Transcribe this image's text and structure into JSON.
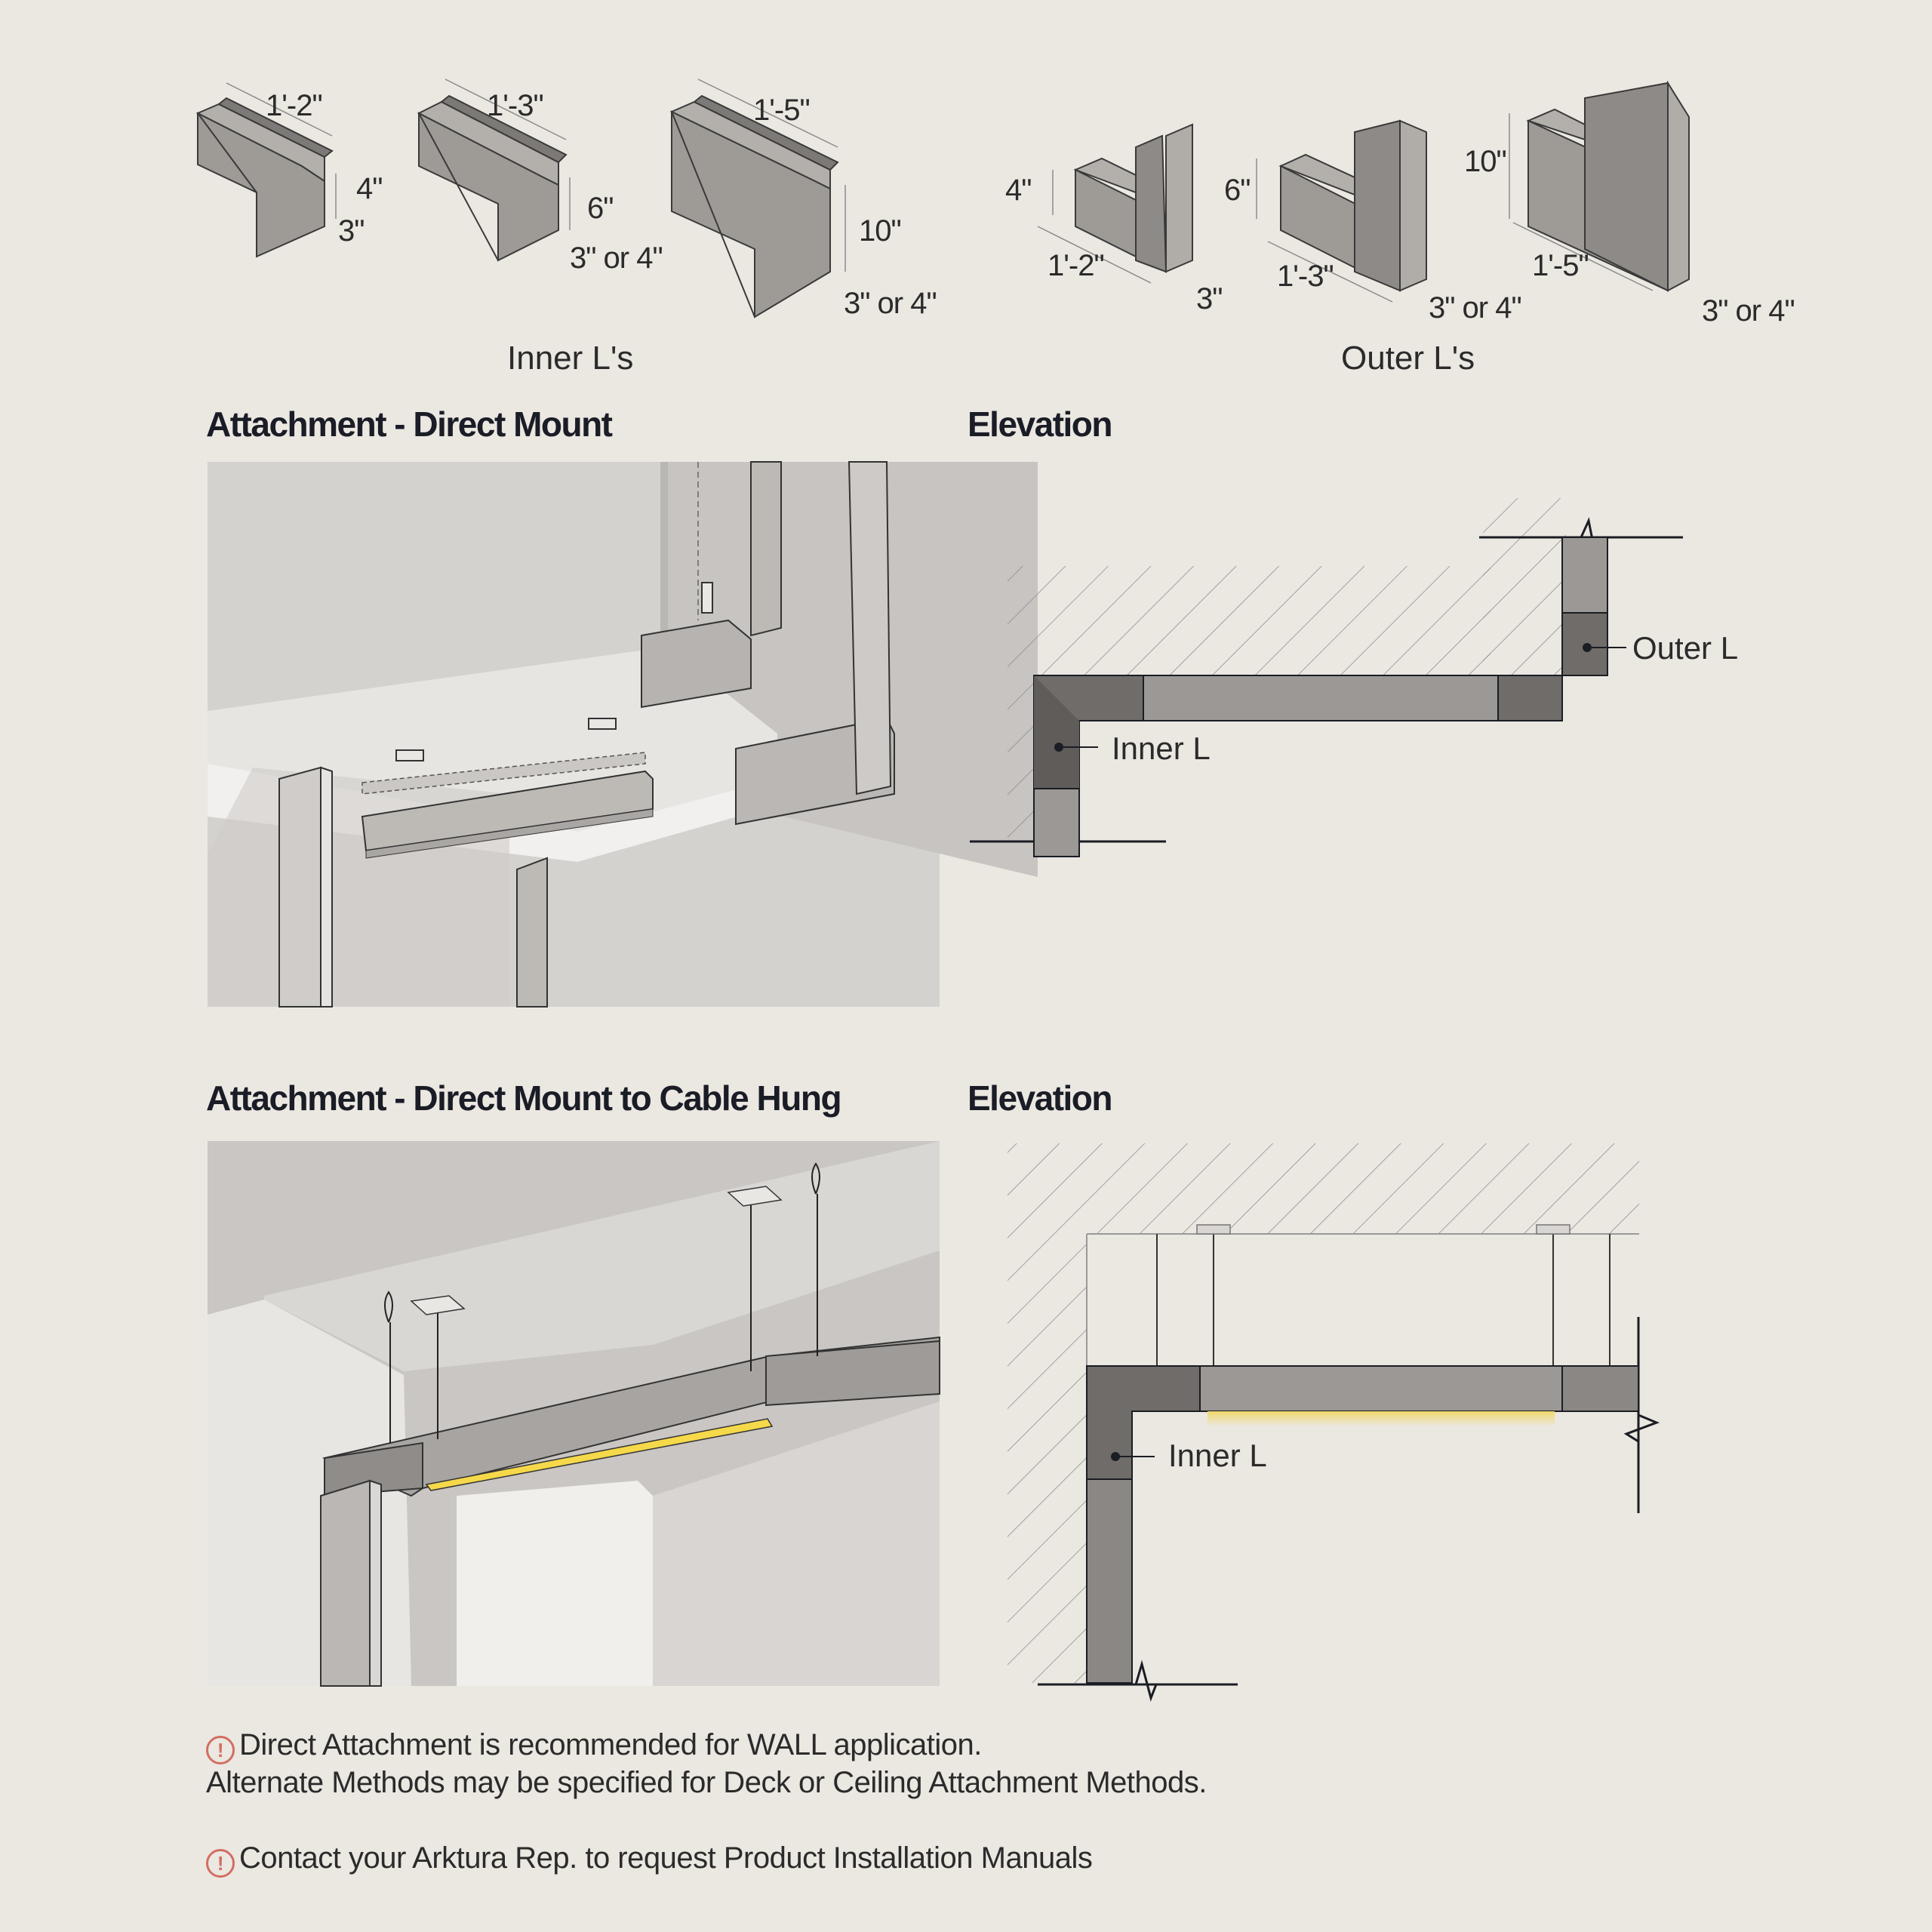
{
  "inner_ls": {
    "label": "Inner L's",
    "pieces": [
      {
        "length": "1'-2\"",
        "height": "4\"",
        "depth": "3\""
      },
      {
        "length": "1'-3\"",
        "height": "6\"",
        "depth": "3\" or 4\""
      },
      {
        "length": "1'-5\"",
        "height": "10\"",
        "depth": "3\" or 4\""
      }
    ]
  },
  "outer_ls": {
    "label": "Outer L's",
    "pieces": [
      {
        "length": "1'-2\"",
        "height": "4\"",
        "depth": "3\""
      },
      {
        "length": "1'-3\"",
        "height": "6\"",
        "depth": "3\" or 4\""
      },
      {
        "length": "1'-5\"",
        "height": "10\"",
        "depth": "3\" or 4\""
      }
    ]
  },
  "section1": {
    "heading": "Attachment - Direct Mount",
    "elevation_heading": "Elevation",
    "callouts": {
      "inner": "Inner L",
      "outer": "Outer L"
    }
  },
  "section2": {
    "heading": "Attachment - Direct Mount to Cable Hung",
    "elevation_heading": "Elevation",
    "callouts": {
      "inner": "Inner L"
    }
  },
  "notes": {
    "warning_icon": "exclamation-circle-icon",
    "line1": "Direct Attachment is recommended for WALL application.",
    "line2": "Alternate  Methods may be specified for Deck or Ceiling Attachment Methods.",
    "line3": "Contact your Arktura Rep. to request Product Installation Manuals"
  },
  "colors": {
    "background": "#ebe7e1",
    "light_segment": "#9b9895",
    "dark_segment": "#6f6c6a",
    "light_strip": "#f1d96a",
    "warning": "#d36d62"
  }
}
